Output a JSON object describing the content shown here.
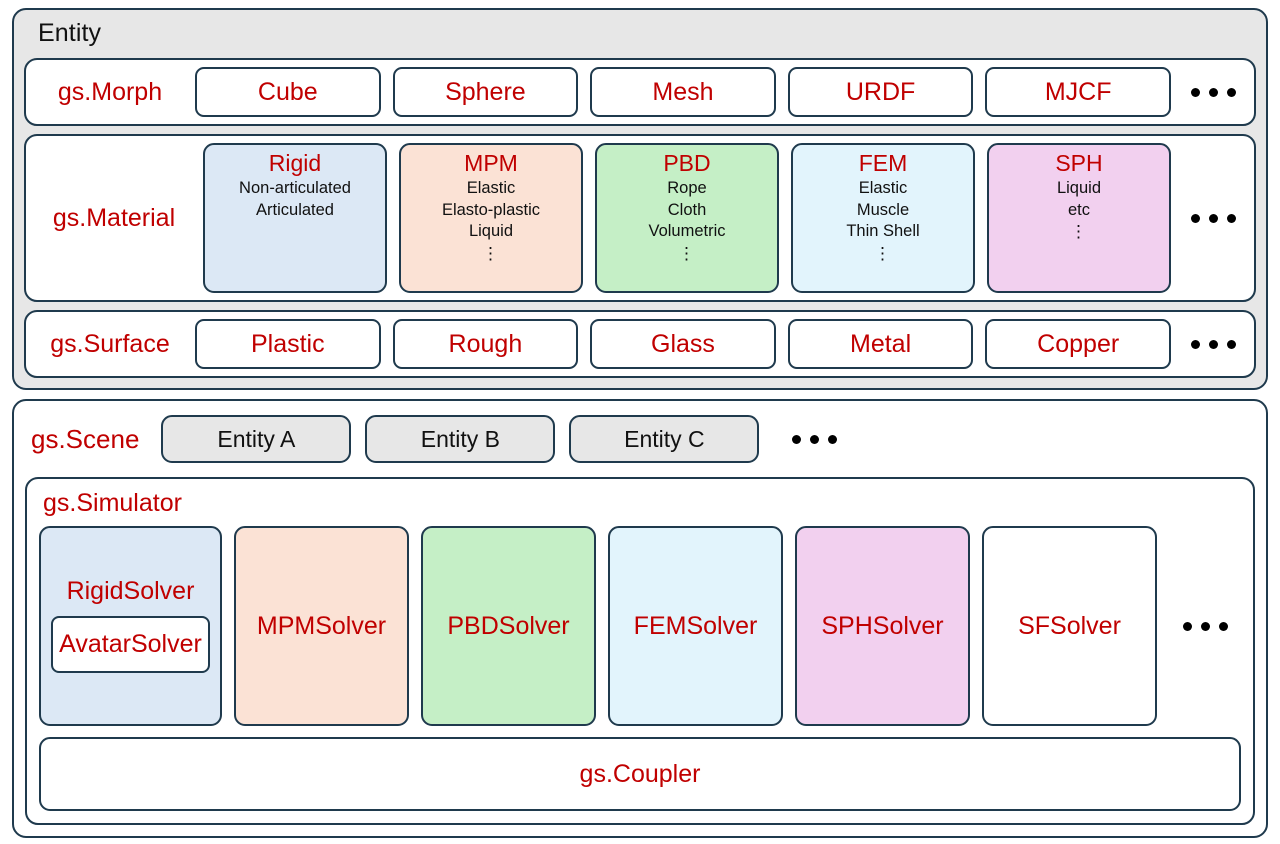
{
  "colors": {
    "red_text": "#c00000",
    "border": "#1f3a4d",
    "panel_gray": "#e7e7e7",
    "blue": "#dce8f5",
    "peach": "#fbe2d5",
    "green": "#c5efc6",
    "cyan": "#e2f4fc",
    "pink": "#f2d0ef",
    "white": "#ffffff"
  },
  "entity": {
    "title": "Entity",
    "morph": {
      "label": "gs.Morph",
      "items": [
        "Cube",
        "Sphere",
        "Mesh",
        "URDF",
        "MJCF"
      ],
      "more": "..."
    },
    "material": {
      "label": "gs.Material",
      "cards": [
        {
          "title": "Rigid",
          "items": [
            "Non-articulated",
            "Articulated"
          ],
          "vdots": "",
          "fill": "#dce8f5"
        },
        {
          "title": "MPM",
          "items": [
            "Elastic",
            "Elasto-plastic",
            "Liquid"
          ],
          "vdots": "⋮",
          "fill": "#fbe2d5"
        },
        {
          "title": "PBD",
          "items": [
            "Rope",
            "Cloth",
            "Volumetric"
          ],
          "vdots": "⋮",
          "fill": "#c5efc6"
        },
        {
          "title": "FEM",
          "items": [
            "Elastic",
            "Muscle",
            "Thin Shell"
          ],
          "vdots": "⋮",
          "fill": "#e2f4fc"
        },
        {
          "title": "SPH",
          "items": [
            "Liquid",
            "etc"
          ],
          "vdots": "⋮",
          "fill": "#f2d0ef"
        }
      ],
      "more": "..."
    },
    "surface": {
      "label": "gs.Surface",
      "items": [
        "Plastic",
        "Rough",
        "Glass",
        "Metal",
        "Copper"
      ],
      "more": "..."
    }
  },
  "scene": {
    "label": "gs.Scene",
    "entities": [
      "Entity A",
      "Entity B",
      "Entity C"
    ],
    "more": "...",
    "simulator": {
      "label": "gs.Simulator",
      "solvers": [
        {
          "name": "RigidSolver",
          "nested": "AvatarSolver",
          "fill": "#dce8f5"
        },
        {
          "name": "MPMSolver",
          "nested": null,
          "fill": "#fbe2d5"
        },
        {
          "name": "PBDSolver",
          "nested": null,
          "fill": "#c5efc6"
        },
        {
          "name": "FEMSolver",
          "nested": null,
          "fill": "#e2f4fc"
        },
        {
          "name": "SPHSolver",
          "nested": null,
          "fill": "#f2d0ef"
        },
        {
          "name": "SFSolver",
          "nested": null,
          "fill": "#ffffff"
        }
      ],
      "more": "...",
      "coupler": "gs.Coupler"
    }
  }
}
